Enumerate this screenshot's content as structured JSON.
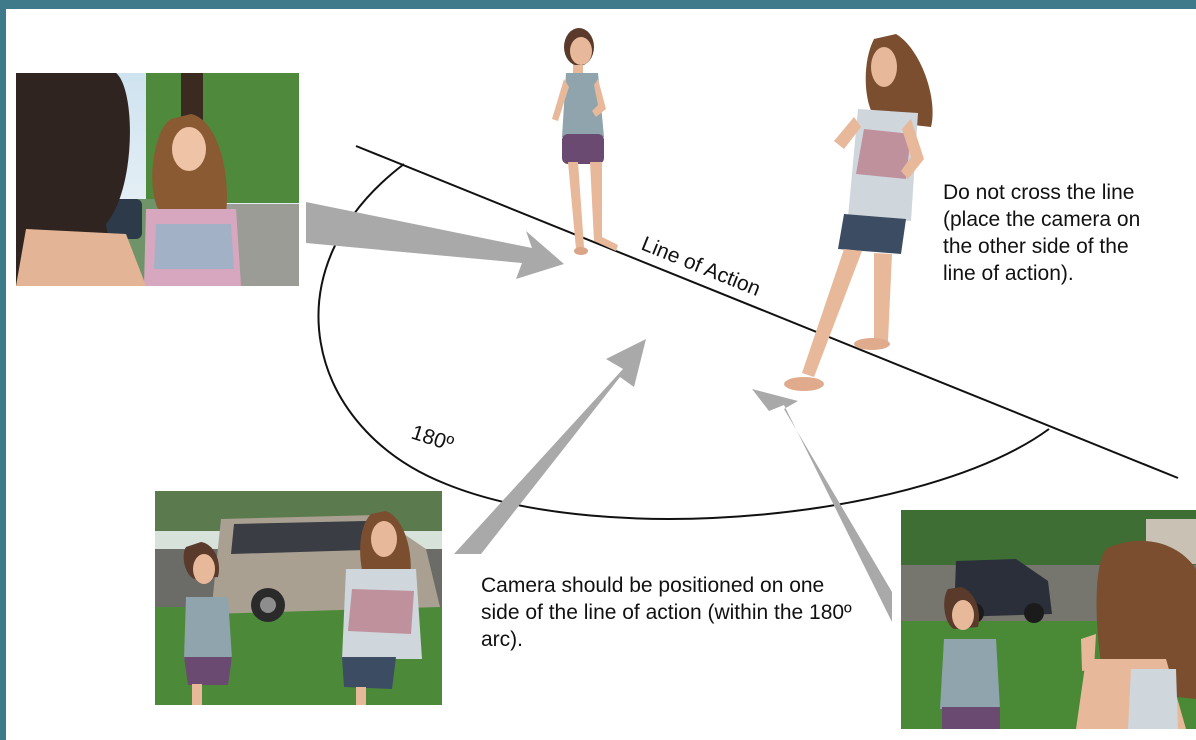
{
  "diagram": {
    "line_label": "Line of Action",
    "arc_label": "180º",
    "note_cross_line": "Do not cross the line (place the camera on the other side of the line of action).",
    "note_camera_position": "Camera should be positioned on one side of the line of action (within the 180º arc)."
  },
  "colors": {
    "frame": "#3f7a8a",
    "background": "#ffffff",
    "arrow": "#a9a9a9",
    "line": "#111111"
  },
  "photos": [
    {
      "name": "photo-wrong-side",
      "description_icon": "photo-icon"
    },
    {
      "name": "photo-correct-side-left",
      "description_icon": "photo-icon"
    },
    {
      "name": "photo-correct-side-right",
      "description_icon": "photo-icon"
    }
  ]
}
